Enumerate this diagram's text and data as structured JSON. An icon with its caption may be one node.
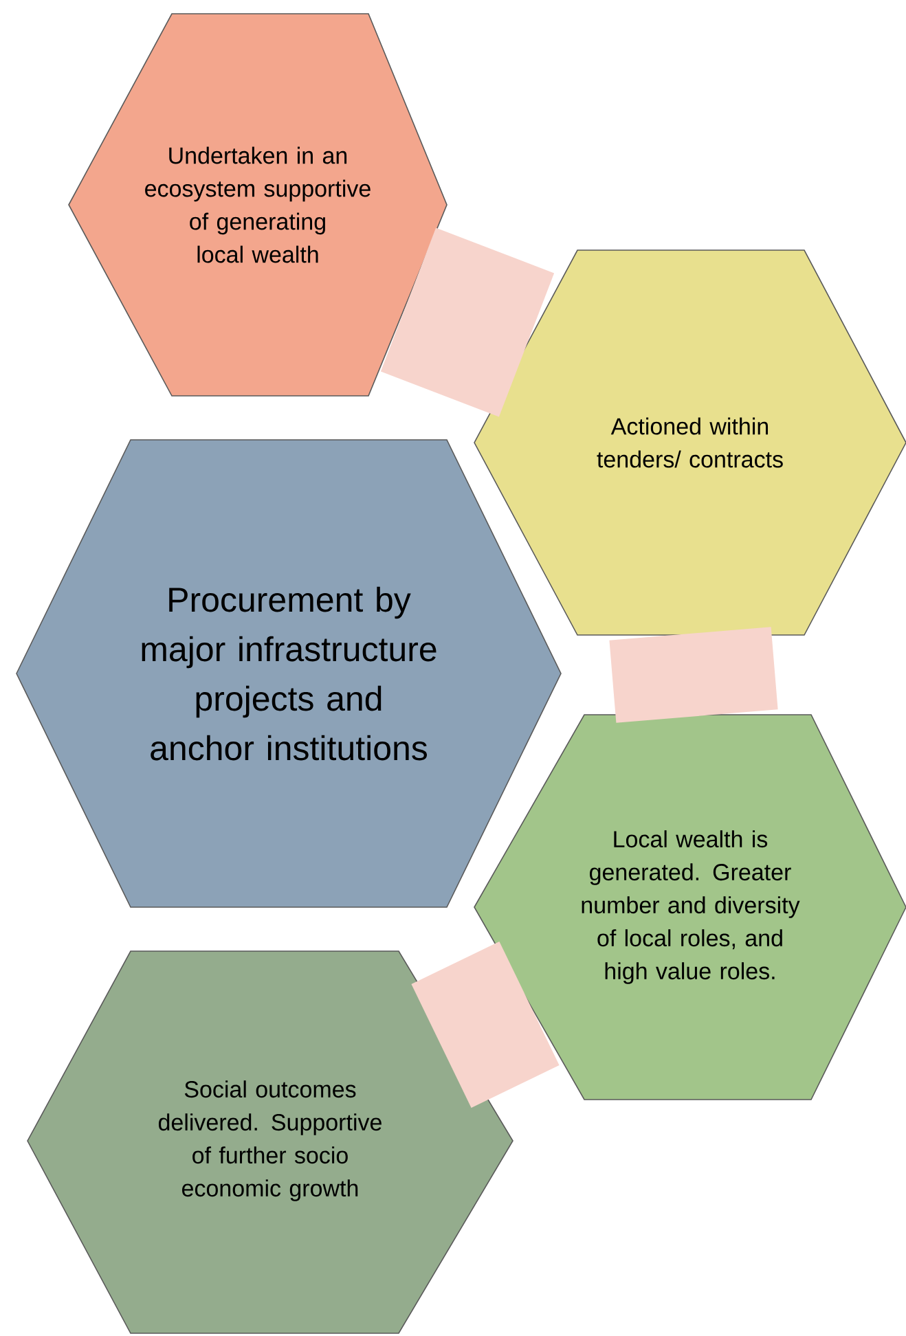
{
  "diagram": {
    "nodes": [
      {
        "text": [
          "Undertaken in an ecosystem supportive of generating local wealth"
        ]
      },
      {
        "text": [
          "Actioned within tenders/ contracts"
        ]
      },
      {
        "text": [
          "Procurement by major infrastructure projects and anchor institutions"
        ]
      },
      {
        "text": [
          "Local wealth is generated. Greater number and diversity of local roles, and high value roles."
        ]
      },
      {
        "text": [
          "Social outcomes delivered. Supportive of further socio economic growth"
        ]
      }
    ],
    "edges": [
      {
        "from": 0,
        "to": 1,
        "arrow": "none",
        "style": "thick"
      },
      {
        "from": 1,
        "to": 3,
        "arrow": "none",
        "style": "thick"
      },
      {
        "from": 3,
        "to": 4,
        "arrow": "none",
        "style": "thick"
      }
    ]
  }
}
